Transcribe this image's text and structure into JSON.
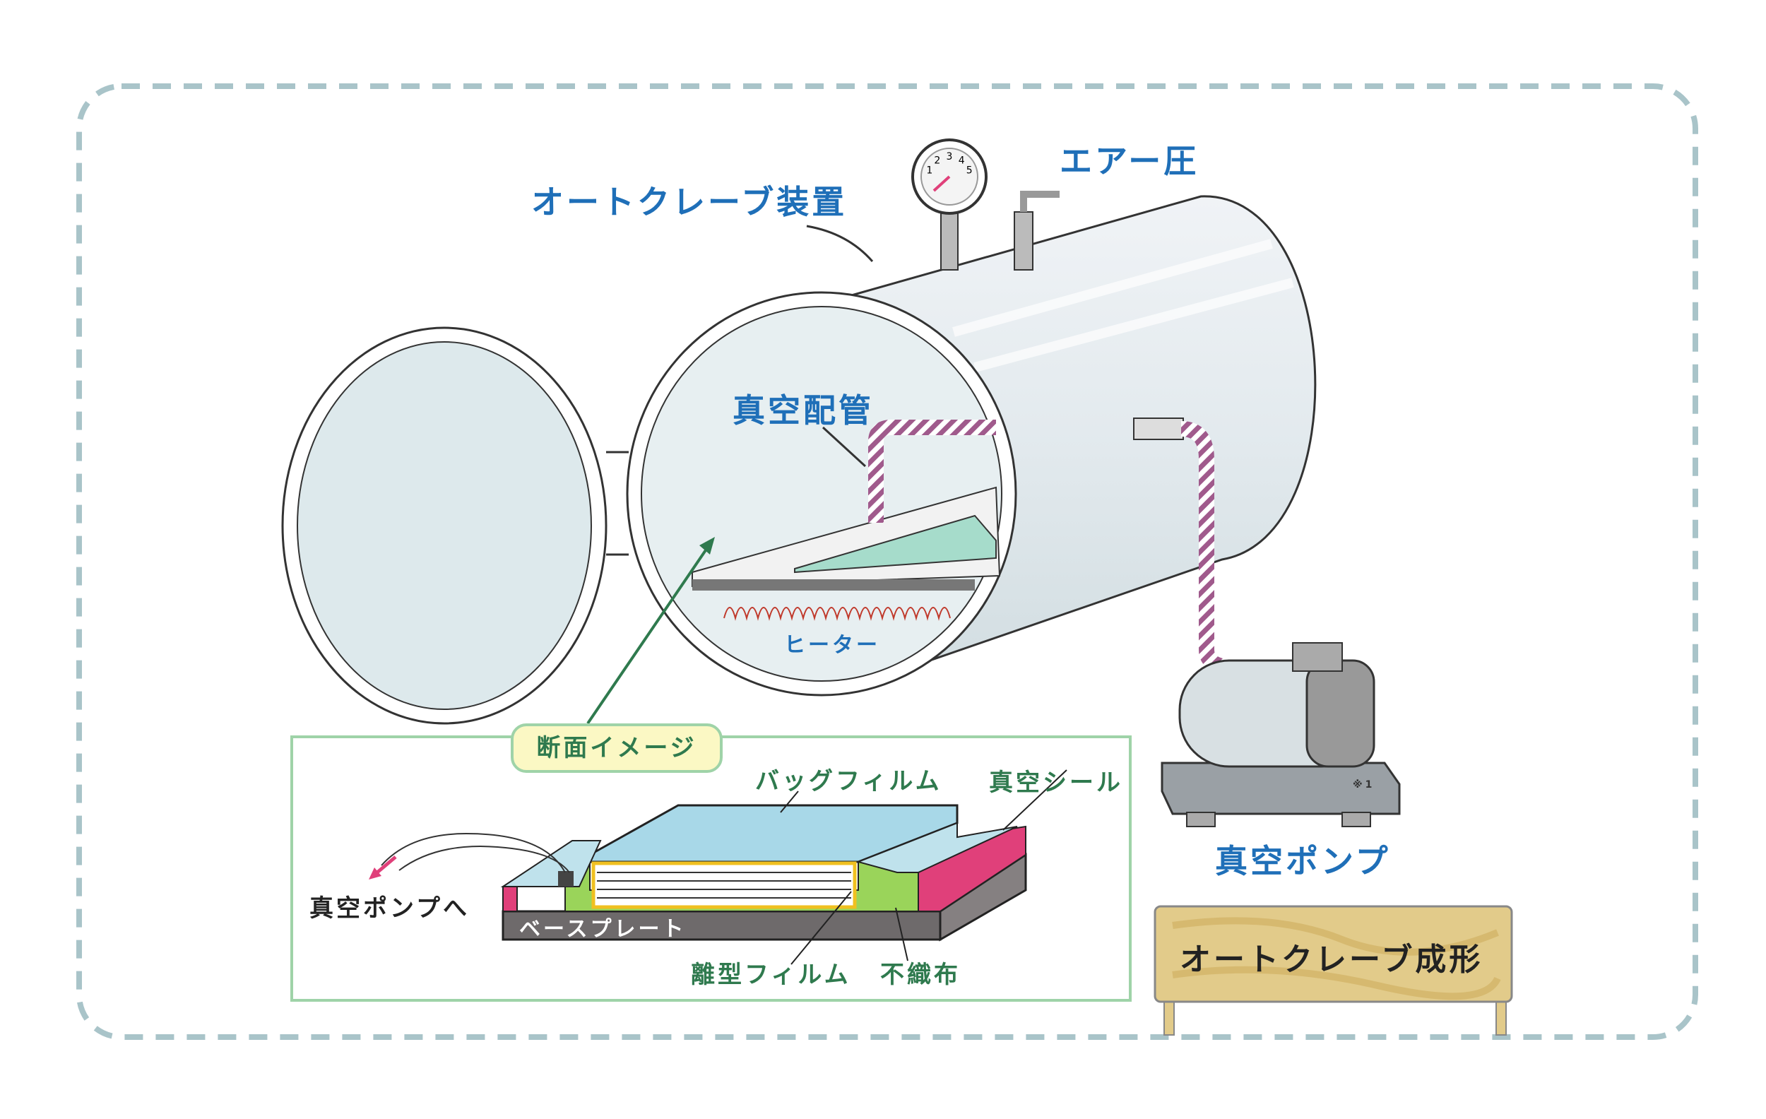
{
  "labels": {
    "autoclave": "オートクレーブ装置",
    "air_pressure": "エアー圧",
    "vacuum_piping": "真空配管",
    "heater": "ヒーター",
    "vacuum_pump": "真空ポンプ",
    "pump_note": "※1"
  },
  "cross_section": {
    "tag": "断面イメージ",
    "bag_film": "バッグフィルム",
    "vacuum_seal": "真空シール",
    "to_pump": "真空ポンプへ",
    "base_plate": "ベースプレート",
    "release_film": "離型フィルム",
    "nonwoven": "不織布"
  },
  "sign": {
    "title": "オートクレーブ成形"
  },
  "gauge": {
    "ticks": [
      "1",
      "2",
      "3",
      "4",
      "5"
    ]
  },
  "colors": {
    "frame": "#a9c4c9",
    "label_blue": "#1f6fb8",
    "label_green": "#2f7a4e",
    "box_border": "#9fd3a8",
    "tag_fill": "#fbf8c4",
    "hose": "#a05a8c",
    "seal": "#e0407a",
    "bag": "#a8d8e8",
    "base": "#6e6a6b",
    "wood": "#e2cb8a"
  }
}
